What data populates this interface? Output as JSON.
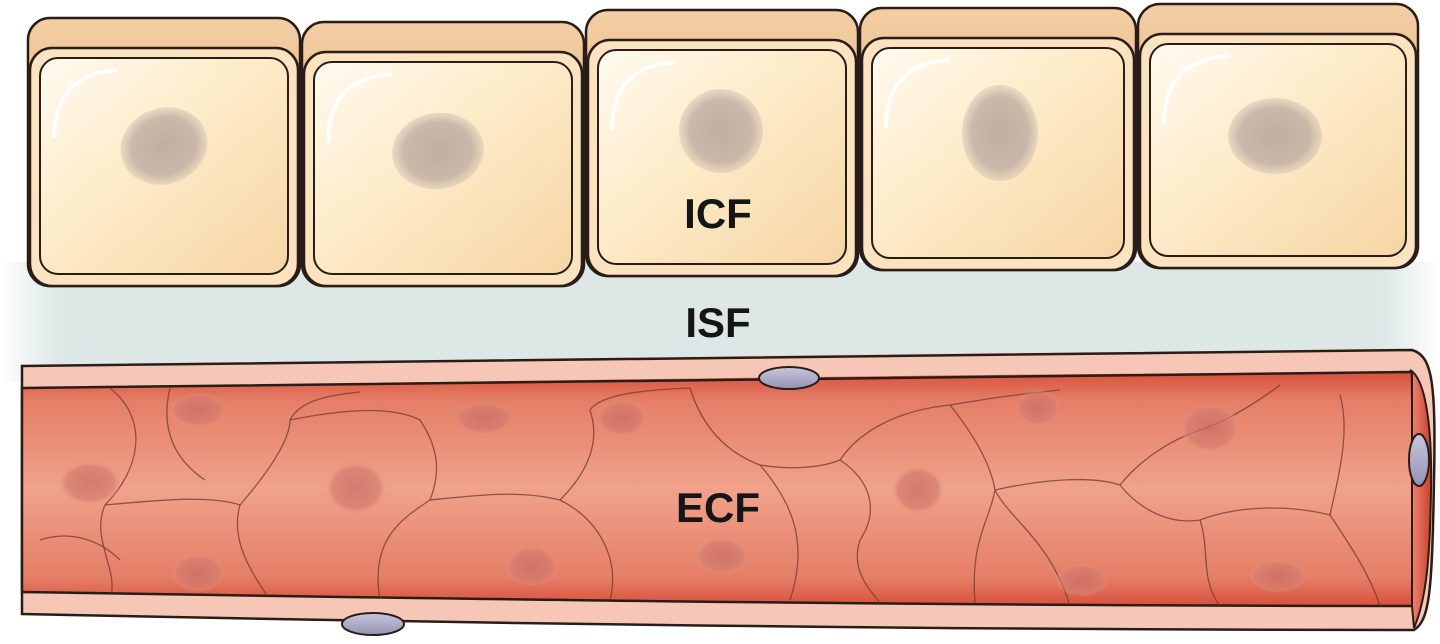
{
  "labels": {
    "icf": "ICF",
    "isf": "ISF",
    "ecf": "ECF"
  },
  "colors": {
    "cell_fill": "#fdebc8",
    "cell_top": "#e7b07c",
    "nucleus": "#b9a79e",
    "interstitial_band": "#dce7e5",
    "vessel_lumen": "#e88b74",
    "vessel_wall": "#f6c7b6",
    "endothelial_nucleus": "#a9a8c4",
    "outline": "#2a1d18"
  }
}
